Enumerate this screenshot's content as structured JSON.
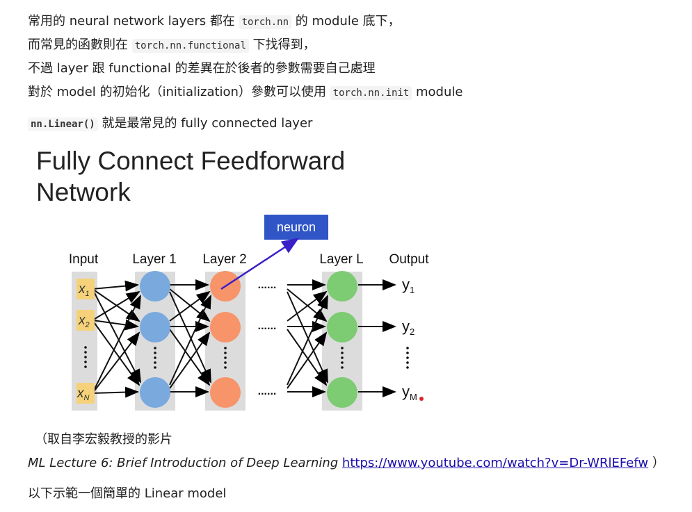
{
  "paragraph": {
    "line1": {
      "pre": "常用的 neural network layers 都在 ",
      "code": "torch.nn",
      "post": " 的 module 底下，"
    },
    "line2": {
      "pre": "而常見的函數則在 ",
      "code": "torch.nn.functional",
      "post": " 下找得到，"
    },
    "line3": {
      "text": "不過 layer 跟 functional 的差異在於後者的參數需要自己處理"
    },
    "line4": {
      "pre": "對於 model 的初始化（initialization）參數可以使用 ",
      "code": "torch.nn.init",
      "post": " module"
    }
  },
  "linear_line": {
    "code": "nn.Linear()",
    "post": " 就是最常見的 fully connected layer"
  },
  "figure": {
    "title_line1": "Fully Connect Feedforward",
    "title_line2": "Network",
    "neuron_label": "neuron",
    "columns": {
      "input": "Input",
      "layer1": "Layer 1",
      "layer2": "Layer 2",
      "layerL": "Layer L",
      "output": "Output"
    },
    "inputs": {
      "x1": "x",
      "x1_sub": "1",
      "x2": "x",
      "x2_sub": "2",
      "xN": "x",
      "xN_sub": "N"
    },
    "outputs": {
      "y1": "y",
      "y1_sub": "1",
      "y2": "y",
      "y2_sub": "2",
      "yM": "y",
      "yM_sub": "M"
    },
    "ellipsis": "......",
    "colors": {
      "layer1_node": "#7aa9de",
      "layer2_node": "#f7946a",
      "layerL_node": "#7dcb72",
      "input_box": "#f5d27a",
      "column_bg": "#dcdcdc",
      "neuron_box": "#2f55c6",
      "neuron_arrow": "#3a1fc9"
    }
  },
  "source": {
    "prefix": "（取自李宏毅教授的影片",
    "lecture": "ML Lecture 6: Brief Introduction of Deep Learning",
    "url": "https://www.youtube.com/watch?v=Dr-WRlEFefw",
    "suffix": " ）"
  },
  "example_line": {
    "text": "以下示範一個簡單的 Linear model"
  }
}
